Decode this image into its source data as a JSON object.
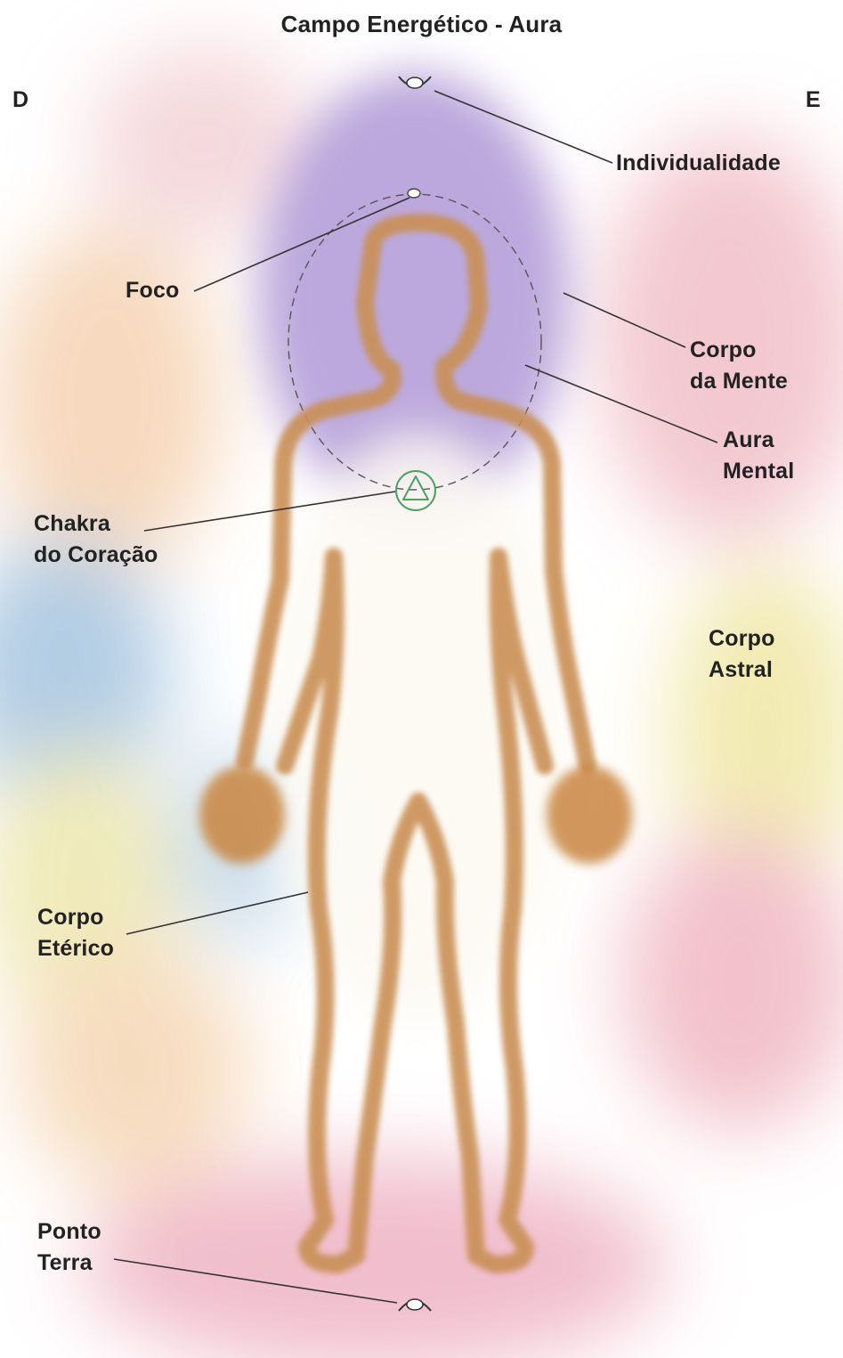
{
  "title": "Campo Energético - Aura",
  "sides": {
    "left": "D",
    "right": "E"
  },
  "labels": {
    "individualidade": [
      "Individualidade"
    ],
    "foco": [
      "Foco"
    ],
    "corpo_mente": [
      "Corpo",
      "da Mente"
    ],
    "aura_mental": [
      "Aura",
      "Mental"
    ],
    "chakra_coracao": [
      "Chakra",
      "do Coração"
    ],
    "corpo_astral": [
      "Corpo",
      "Astral"
    ],
    "corpo_eterico": [
      "Corpo",
      "Etérico"
    ],
    "ponto_terra": [
      "Ponto",
      "Terra"
    ]
  },
  "colors": {
    "mind_aura": "#b9a6dc",
    "body_outline": "#c98f55",
    "chakra": "#5aa86a",
    "leader_line": "#333333",
    "aura_pink": "#f3b9c9",
    "aura_blue": "#9ec3e0",
    "aura_yellow": "#f1e6a8",
    "aura_peach": "#f6d2b0"
  },
  "icons": [
    "eye-icon-top",
    "focus-dot",
    "heart-chakra-icon",
    "eye-icon-bottom"
  ]
}
